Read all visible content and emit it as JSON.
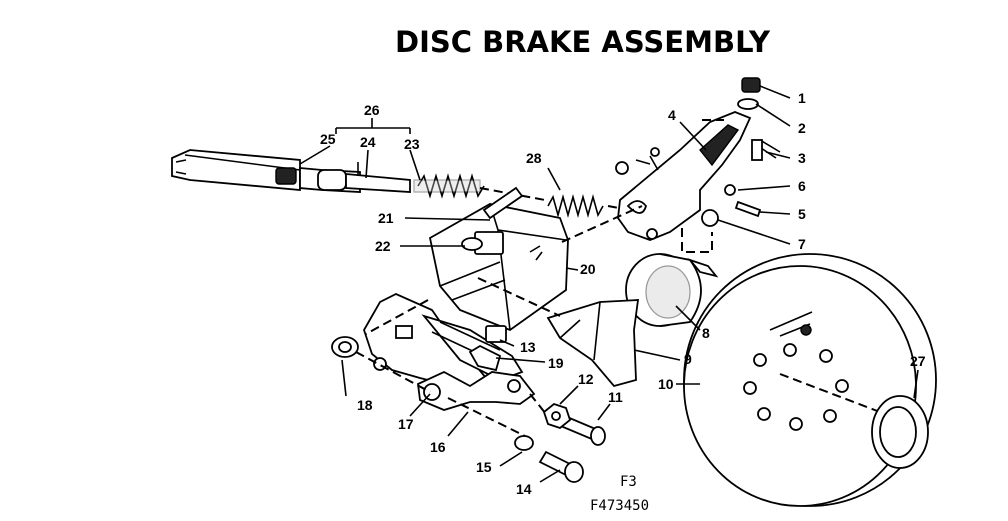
{
  "diagram": {
    "title": "DISC BRAKE ASSEMBLY",
    "figure_id": "F3",
    "drawing_number": "F473450",
    "callouts": [
      "1",
      "2",
      "3",
      "4",
      "5",
      "6",
      "7",
      "8",
      "9",
      "10",
      "11",
      "12",
      "13",
      "14",
      "15",
      "16",
      "17",
      "18",
      "19",
      "20",
      "21",
      "22",
      "23",
      "24",
      "25",
      "26",
      "27",
      "28"
    ]
  }
}
